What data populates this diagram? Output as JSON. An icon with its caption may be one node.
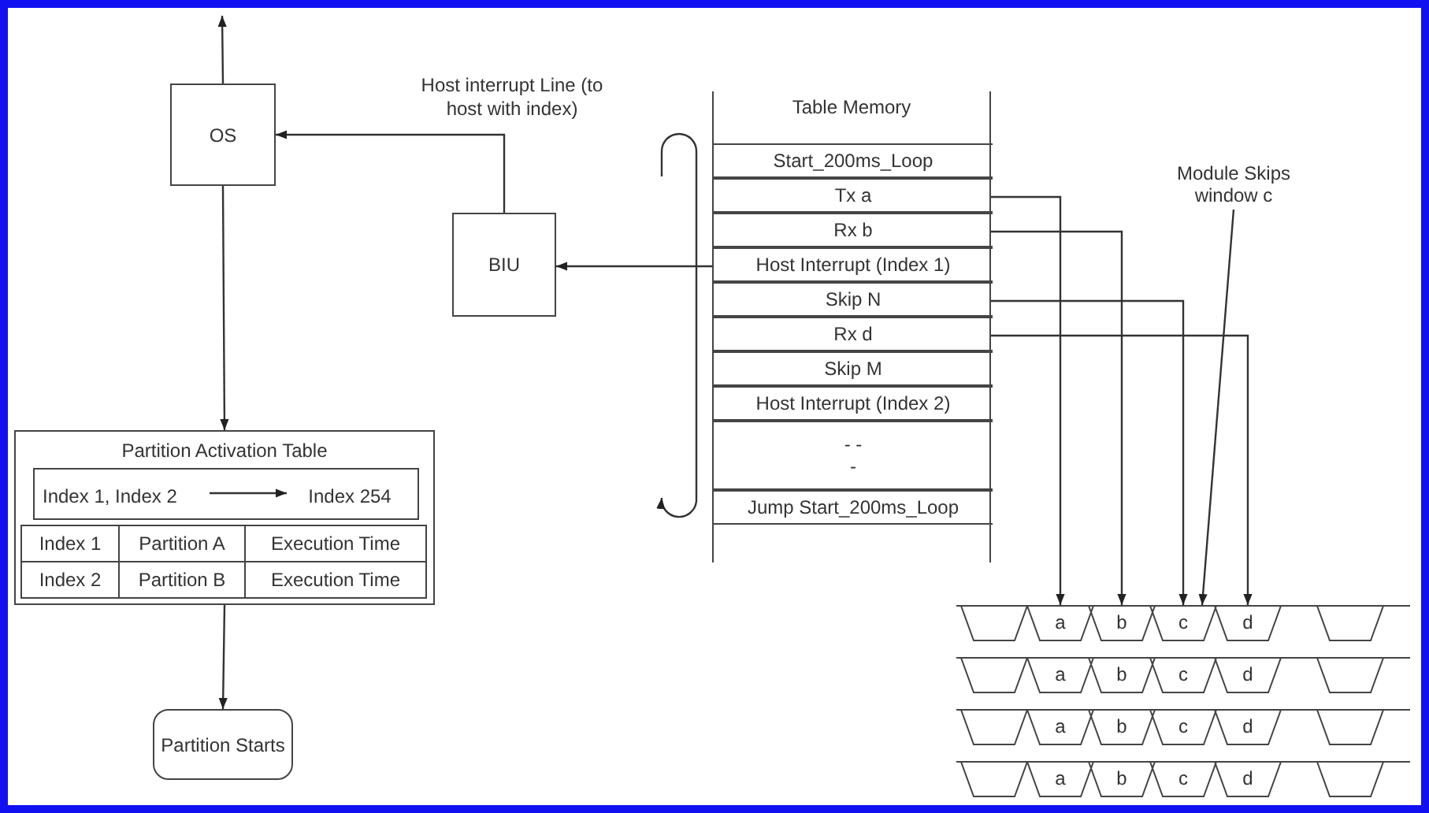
{
  "diagram": {
    "nodes": [
      {
        "text": [
          "OS"
        ]
      },
      {
        "text": [
          "BIU"
        ]
      },
      {
        "text": [
          "Table Memory"
        ]
      },
      {
        "text": [
          "Start_200ms_Loop"
        ],
        "in": 2
      },
      {
        "text": [
          "Tx a"
        ],
        "in": 2
      },
      {
        "text": [
          "Rx b"
        ],
        "in": 2
      },
      {
        "text": [
          "Host Interrupt (Index 1)"
        ],
        "in": 2
      },
      {
        "text": [
          "Skip N"
        ],
        "in": 2
      },
      {
        "text": [
          "Rx d"
        ],
        "in": 2
      },
      {
        "text": [
          "Skip M"
        ],
        "in": 2
      },
      {
        "text": [
          "Host Interrupt (Index 2)"
        ],
        "in": 2
      },
      {
        "text": [
          "- - -"
        ],
        "in": 2
      },
      {
        "text": [
          "Jump Start_200ms_Loop"
        ],
        "in": 2
      },
      {
        "text": [
          "Module Skips window c"
        ]
      },
      {
        "text": [
          "Partition Activation Table"
        ]
      },
      {
        "text": [],
        "shape": "box",
        "in": 14
      },
      {
        "text": [
          "Index 1, Index 2"
        ],
        "in": 15
      },
      {
        "text": [
          "Index 254"
        ],
        "in": 15
      },
      {
        "text": [
          "Partition Starts"
        ]
      },
      {
        "text": [],
        "shape": "trapezoid"
      },
      {
        "text": [
          "a"
        ]
      },
      {
        "text": [
          "b"
        ]
      },
      {
        "text": [
          "c"
        ]
      },
      {
        "text": [
          "d"
        ]
      },
      {
        "text": [],
        "shape": "trapezoid"
      },
      {
        "text": [],
        "shape": "trapezoid"
      },
      {
        "text": [
          "a"
        ]
      },
      {
        "text": [
          "b"
        ]
      },
      {
        "text": [
          "c"
        ]
      },
      {
        "text": [
          "d"
        ]
      },
      {
        "text": [],
        "shape": "trapezoid"
      },
      {
        "text": [],
        "shape": "trapezoid"
      },
      {
        "text": [
          "a"
        ]
      },
      {
        "text": [
          "b"
        ]
      },
      {
        "text": [
          "c"
        ]
      },
      {
        "text": [
          "d"
        ]
      },
      {
        "text": [],
        "shape": "trapezoid"
      },
      {
        "text": [],
        "shape": "trapezoid"
      },
      {
        "text": [
          "a"
        ]
      },
      {
        "text": [
          "b"
        ]
      },
      {
        "text": [
          "c"
        ]
      },
      {
        "text": [
          "d"
        ]
      },
      {
        "text": [],
        "shape": "trapezoid"
      }
    ],
    "edges": [
      {
        "from": 0,
        "to": null,
        "arrow": "to"
      },
      {
        "from": 1,
        "to": 0,
        "arrow": "to",
        "label": "Host interrupt Line (to host with index)"
      },
      {
        "from": 6,
        "to": 1,
        "arrow": "to"
      },
      {
        "from": 0,
        "to": 14,
        "arrow": "to"
      },
      {
        "from": 14,
        "to": 18,
        "arrow": "to"
      },
      {
        "from": 16,
        "to": 17,
        "arrow": "to"
      },
      {
        "from": 4,
        "to": 20,
        "arrow": "to"
      },
      {
        "from": 5,
        "to": 21,
        "arrow": "to"
      },
      {
        "from": 7,
        "to": 22,
        "arrow": "to"
      },
      {
        "from": 8,
        "to": 23,
        "arrow": "to"
      },
      {
        "from": 13,
        "to": 22,
        "arrow": "to"
      }
    ],
    "labels": [
      "Index 1",
      "Partition A",
      "Execution Time",
      "Index 2",
      "Partition B",
      "Execution Time"
    ]
  }
}
